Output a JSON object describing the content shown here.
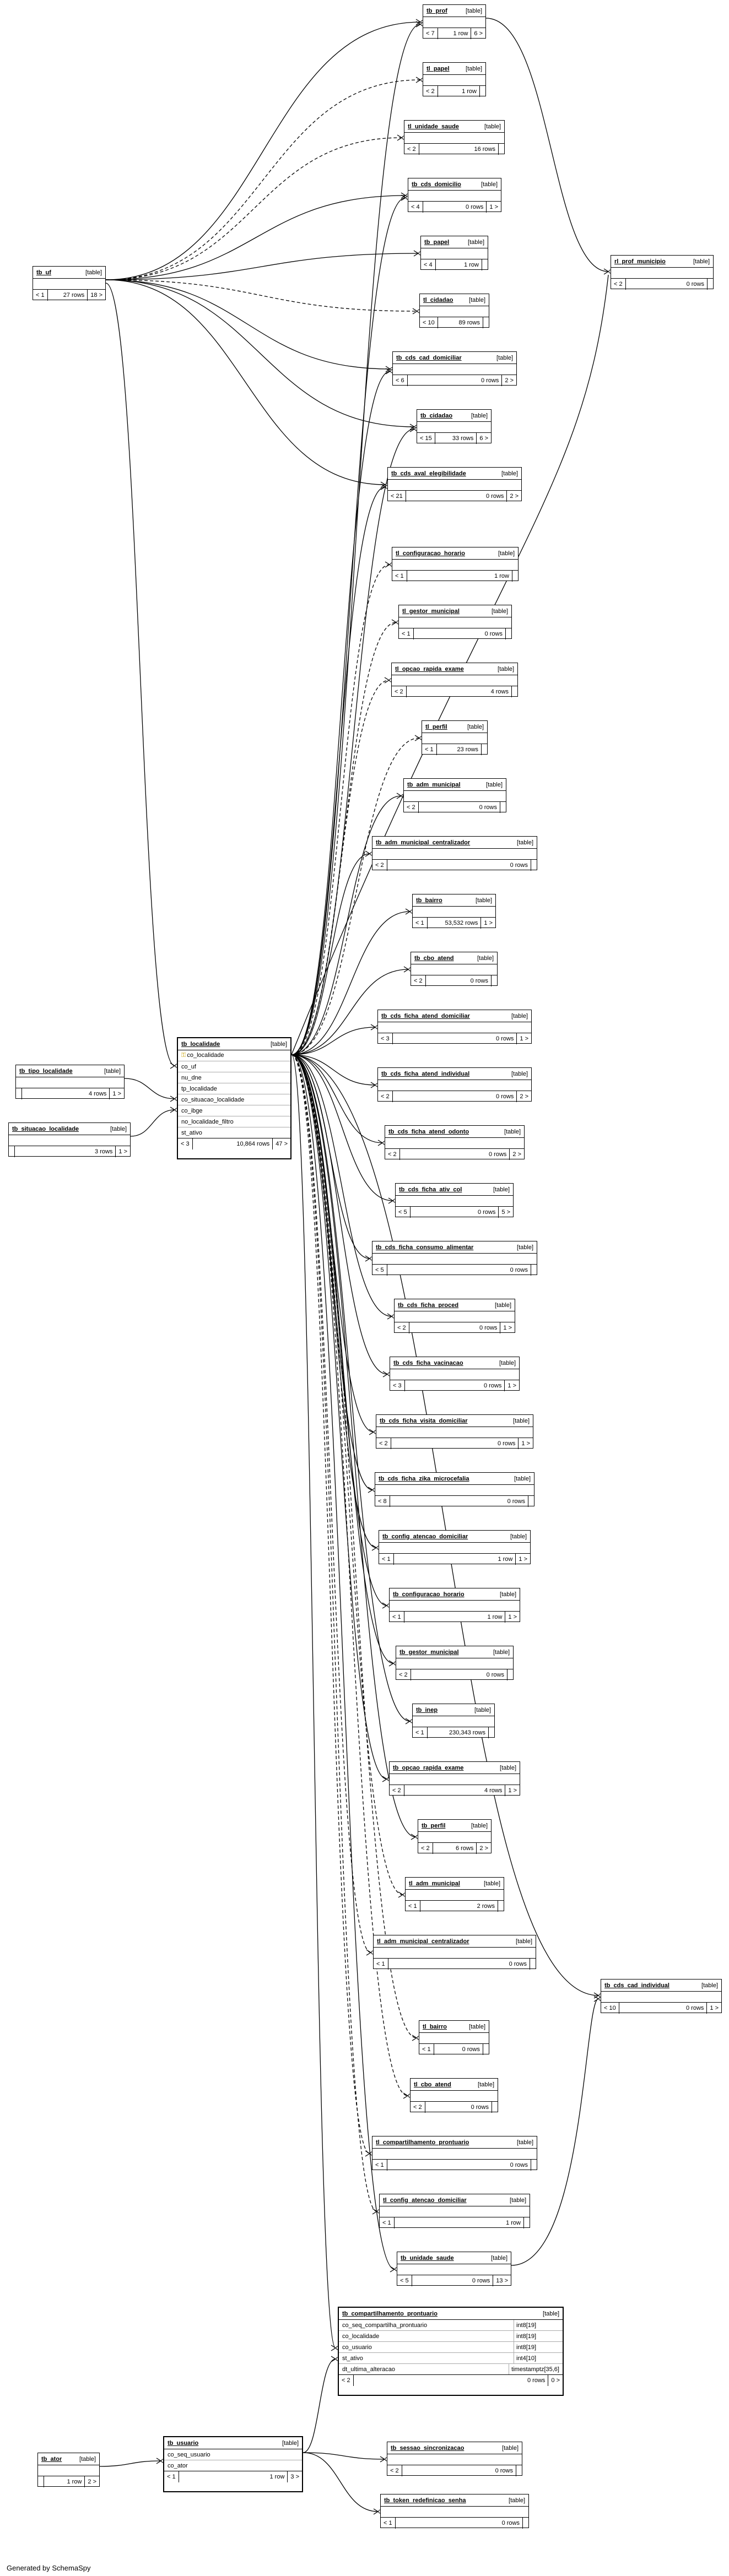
{
  "generated_by": "Generated by SchemaSpy",
  "tables": [
    {
      "name": "tb_prof",
      "type": "[table]",
      "footer": {
        "parents": "< 7",
        "rows": "1 row",
        "children": "6 >"
      }
    },
    {
      "name": "tl_papel",
      "type": "[table]",
      "footer": {
        "parents": "< 2",
        "rows": "1 row",
        "children": ""
      }
    },
    {
      "name": "tl_unidade_saude",
      "type": "[table]",
      "footer": {
        "parents": "< 2",
        "rows": "16 rows",
        "children": ""
      }
    },
    {
      "name": "tb_cds_domicilio",
      "type": "[table]",
      "footer": {
        "parents": "< 4",
        "rows": "0 rows",
        "children": "1 >"
      }
    },
    {
      "name": "tb_papel",
      "type": "[table]",
      "footer": {
        "parents": "< 4",
        "rows": "1 row",
        "children": ""
      }
    },
    {
      "name": "tl_cidadao",
      "type": "[table]",
      "footer": {
        "parents": "< 10",
        "rows": "89 rows",
        "children": ""
      }
    },
    {
      "name": "tb_cds_cad_domiciliar",
      "type": "[table]",
      "footer": {
        "parents": "< 6",
        "rows": "0 rows",
        "children": "2 >"
      }
    },
    {
      "name": "tb_cidadao",
      "type": "[table]",
      "footer": {
        "parents": "< 15",
        "rows": "33 rows",
        "children": "6 >"
      }
    },
    {
      "name": "tb_cds_aval_elegibilidade",
      "type": "[table]",
      "footer": {
        "parents": "< 21",
        "rows": "0 rows",
        "children": "2 >"
      }
    },
    {
      "name": "tb_uf",
      "type": "[table]",
      "footer": {
        "parents": "< 1",
        "rows": "27 rows",
        "children": "18 >"
      }
    },
    {
      "name": "rl_prof_municipio",
      "type": "[table]",
      "footer": {
        "parents": "< 2",
        "rows": "0 rows",
        "children": ""
      }
    },
    {
      "name": "tl_configuracao_horario",
      "type": "[table]",
      "footer": {
        "parents": "< 1",
        "rows": "1 row",
        "children": ""
      }
    },
    {
      "name": "tl_gestor_municipal",
      "type": "[table]",
      "footer": {
        "parents": "< 1",
        "rows": "0 rows",
        "children": ""
      }
    },
    {
      "name": "tl_opcao_rapida_exame",
      "type": "[table]",
      "footer": {
        "parents": "< 2",
        "rows": "4 rows",
        "children": ""
      }
    },
    {
      "name": "tl_perfil",
      "type": "[table]",
      "footer": {
        "parents": "< 1",
        "rows": "23 rows",
        "children": ""
      }
    },
    {
      "name": "tb_adm_municipal",
      "type": "[table]",
      "footer": {
        "parents": "< 2",
        "rows": "0 rows",
        "children": ""
      }
    },
    {
      "name": "tb_adm_municipal_centralizador",
      "type": "[table]",
      "footer": {
        "parents": "< 2",
        "rows": "0 rows",
        "children": ""
      }
    },
    {
      "name": "tb_bairro",
      "type": "[table]",
      "footer": {
        "parents": "< 1",
        "rows": "53,532 rows",
        "children": "1 >"
      }
    },
    {
      "name": "tb_cbo_atend",
      "type": "[table]",
      "footer": {
        "parents": "< 2",
        "rows": "0 rows",
        "children": ""
      }
    },
    {
      "name": "tb_cds_ficha_atend_domiciliar",
      "type": "[table]",
      "footer": {
        "parents": "< 3",
        "rows": "0 rows",
        "children": "1 >"
      }
    },
    {
      "name": "tb_cds_ficha_atend_individual",
      "type": "[table]",
      "footer": {
        "parents": "< 2",
        "rows": "0 rows",
        "children": "2 >"
      }
    },
    {
      "name": "tb_cds_ficha_atend_odonto",
      "type": "[table]",
      "footer": {
        "parents": "< 2",
        "rows": "0 rows",
        "children": "2 >"
      }
    },
    {
      "name": "tb_cds_ficha_ativ_col",
      "type": "[table]",
      "footer": {
        "parents": "< 5",
        "rows": "0 rows",
        "children": "5 >"
      }
    },
    {
      "name": "tb_cds_ficha_consumo_alimentar",
      "type": "[table]",
      "footer": {
        "parents": "< 5",
        "rows": "0 rows",
        "children": ""
      }
    },
    {
      "name": "tb_cds_ficha_proced",
      "type": "[table]",
      "footer": {
        "parents": "< 2",
        "rows": "0 rows",
        "children": "1 >"
      }
    },
    {
      "name": "tb_cds_ficha_vacinacao",
      "type": "[table]",
      "footer": {
        "parents": "< 3",
        "rows": "0 rows",
        "children": "1 >"
      }
    },
    {
      "name": "tb_cds_ficha_visita_domiciliar",
      "type": "[table]",
      "footer": {
        "parents": "< 2",
        "rows": "0 rows",
        "children": "1 >"
      }
    },
    {
      "name": "tb_cds_ficha_zika_microcefalia",
      "type": "[table]",
      "footer": {
        "parents": "< 8",
        "rows": "0 rows",
        "children": ""
      }
    },
    {
      "name": "tb_config_atencao_domiciliar",
      "type": "[table]",
      "footer": {
        "parents": "< 1",
        "rows": "1 row",
        "children": "1 >"
      }
    },
    {
      "name": "tb_configuracao_horario",
      "type": "[table]",
      "footer": {
        "parents": "< 1",
        "rows": "1 row",
        "children": "1 >"
      }
    },
    {
      "name": "tb_gestor_municipal",
      "type": "[table]",
      "footer": {
        "parents": "< 2",
        "rows": "0 rows",
        "children": ""
      }
    },
    {
      "name": "tb_inep",
      "type": "[table]",
      "footer": {
        "parents": "< 1",
        "rows": "230,343 rows",
        "children": ""
      }
    },
    {
      "name": "tb_opcao_rapida_exame",
      "type": "[table]",
      "footer": {
        "parents": "< 2",
        "rows": "4 rows",
        "children": "1 >"
      }
    },
    {
      "name": "tb_perfil",
      "type": "[table]",
      "footer": {
        "parents": "< 2",
        "rows": "6 rows",
        "children": "2 >"
      }
    },
    {
      "name": "tl_adm_municipal",
      "type": "[table]",
      "footer": {
        "parents": "< 1",
        "rows": "2 rows",
        "children": ""
      }
    },
    {
      "name": "tl_adm_municipal_centralizador",
      "type": "[table]",
      "footer": {
        "parents": "< 1",
        "rows": "0 rows",
        "children": ""
      }
    },
    {
      "name": "tb_cds_cad_individual",
      "type": "[table]",
      "footer": {
        "parents": "< 10",
        "rows": "0 rows",
        "children": "1 >"
      }
    },
    {
      "name": "tl_bairro",
      "type": "[table]",
      "footer": {
        "parents": "< 1",
        "rows": "0 rows",
        "children": ""
      }
    },
    {
      "name": "tl_cbo_atend",
      "type": "[table]",
      "footer": {
        "parents": "< 2",
        "rows": "0 rows",
        "children": ""
      }
    },
    {
      "name": "tl_compartilhamento_prontuario",
      "type": "[table]",
      "footer": {
        "parents": "< 1",
        "rows": "0 rows",
        "children": ""
      }
    },
    {
      "name": "tl_config_atencao_domiciliar",
      "type": "[table]",
      "footer": {
        "parents": "< 1",
        "rows": "1 row",
        "children": ""
      }
    },
    {
      "name": "tb_unidade_saude",
      "type": "[table]",
      "footer": {
        "parents": "< 5",
        "rows": "0 rows",
        "children": "13 >"
      }
    },
    {
      "name": "tb_tipo_localidade",
      "type": "[table]",
      "footer": {
        "parents": "",
        "rows": "4 rows",
        "children": "1 >"
      }
    },
    {
      "name": "tb_situacao_localidade",
      "type": "[table]",
      "footer": {
        "parents": "",
        "rows": "3 rows",
        "children": "1 >"
      }
    },
    {
      "name": "tb_localidade",
      "type": "[table]",
      "columns": [
        {
          "name": "co_localidade",
          "type": "",
          "key": true
        },
        {
          "name": "co_uf",
          "type": ""
        },
        {
          "name": "nu_dne",
          "type": ""
        },
        {
          "name": "tp_localidade",
          "type": ""
        },
        {
          "name": "co_situacao_localidade",
          "type": ""
        },
        {
          "name": "co_ibge",
          "type": ""
        },
        {
          "name": "no_localidade_filtro",
          "type": ""
        },
        {
          "name": "st_ativo",
          "type": ""
        }
      ],
      "footer": {
        "parents": "< 3",
        "rows": "10,864 rows",
        "children": "47 >"
      }
    },
    {
      "name": "tb_compartilhamento_prontuario",
      "type": "[table]",
      "columns": [
        {
          "name": "co_seq_compartilha_prontuario",
          "type": "int8[19]"
        },
        {
          "name": "co_localidade",
          "type": "int8[19]"
        },
        {
          "name": "co_usuario",
          "type": "int8[19]"
        },
        {
          "name": "st_ativo",
          "type": "int4[10]"
        },
        {
          "name": "dt_ultima_alteracao",
          "type": "timestamptz[35,6]"
        }
      ],
      "footer": {
        "parents": "< 2",
        "rows": "0 rows",
        "children": "0 >"
      }
    },
    {
      "name": "tb_ator",
      "type": "[table]",
      "footer": {
        "parents": "",
        "rows": "1 row",
        "children": "2 >"
      }
    },
    {
      "name": "tb_usuario",
      "type": "[table]",
      "columns": [
        {
          "name": "co_seq_usuario",
          "type": ""
        },
        {
          "name": "co_ator",
          "type": ""
        }
      ],
      "footer": {
        "parents": "< 1",
        "rows": "1 row",
        "children": "3 >"
      }
    },
    {
      "name": "tb_sessao_sincronizacao",
      "type": "[table]",
      "footer": {
        "parents": "< 2",
        "rows": "0 rows",
        "children": ""
      }
    },
    {
      "name": "tb_token_redefinicao_senha",
      "type": "[table]",
      "footer": {
        "parents": "< 1",
        "rows": "0 rows",
        "children": ""
      }
    }
  ]
}
